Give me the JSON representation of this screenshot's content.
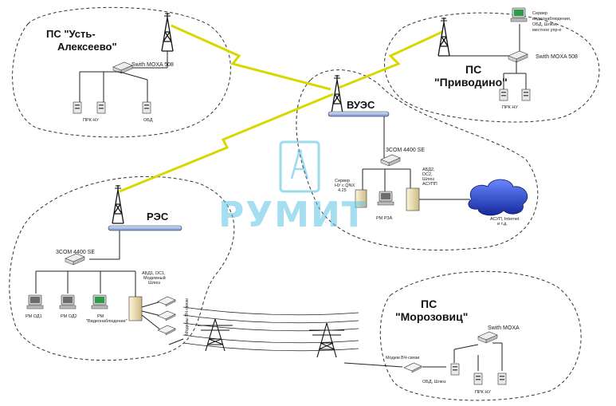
{
  "substations": {
    "ust_alekseevo": {
      "title_line1": "ПС \"Усть-",
      "title_line2": "Алексеево\"",
      "switch_label": "Swith MOXA 508",
      "device1": "ПРК НУ",
      "device2": "ОБД"
    },
    "privodino": {
      "title_line1": "ПС",
      "title_line2": "\"Приводино\"",
      "switch_label": "Swith MOXA 508",
      "server_line1": "Сервер",
      "server_line2": "видеонаблюдения,",
      "server_line3": "ОБД, Шлюз,",
      "server_line4": "местное упр-е",
      "device1": "ПРК НУ"
    },
    "vues": {
      "title": "ВУЭС",
      "switch_label": "3COM 4400 SE",
      "server_left_1": "Сервер",
      "server_left_2": "НУ с QNX",
      "server_left_3": "4.25",
      "workstation": "РМ РЗА",
      "server_right_1": "АБД2,",
      "server_right_2": "DC2,",
      "server_right_3": "Шлюз",
      "server_right_4": "АСУПП",
      "cloud_label_1": "АСУП, Internet",
      "cloud_label_2": "и т.д."
    },
    "res": {
      "title": "РЭС",
      "switch_label": "3COM 4400 SE",
      "server_1": "АБД1, DC1,",
      "server_2": "Модемный",
      "server_3": "Шлюз",
      "modems_label": "Модемы ВЧ-связи",
      "ws1": "РМ ОД1",
      "ws2": "РМ ОД2",
      "ws3_1": "РМ",
      "ws3_2": "\"Видеонаблюдение\""
    },
    "morozovits": {
      "title_line1": "ПС",
      "title_line2": "\"Морозовиц\"",
      "switch_label": "Swith MOXA",
      "modem_label": "Модем ВЧ-связи",
      "device1": "ОБД, Шлюз",
      "device2": "ПРК НУ"
    }
  },
  "watermark": {
    "text": "РУМИТ"
  },
  "colors": {
    "zap": "#e6e600",
    "bar": "#9ab3e0",
    "cloud": "#2a3fb0",
    "watermark": "#5bc3e6",
    "monitor_green": "#2e9a4a"
  }
}
